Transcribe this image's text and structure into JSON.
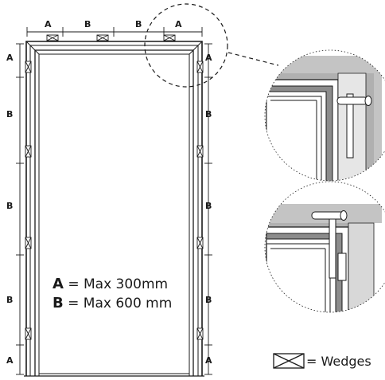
{
  "dimensions": {
    "top": [
      "A",
      "B",
      "B",
      "A"
    ],
    "left": [
      "A",
      "B",
      "B",
      "B",
      "A"
    ],
    "right": [
      "A",
      "B",
      "B",
      "B",
      "A"
    ]
  },
  "legend": {
    "a_letter": "A",
    "a_text": " = Max 300mm",
    "b_letter": "B",
    "b_text": " = Max 600 mm"
  },
  "wedge_legend": {
    "label": " = Wedges",
    "icon": "wedge-icon"
  },
  "colors": {
    "line": "#1a1a1a",
    "frame_gray": "#8c8c8c",
    "wall_gray": "#c4c4c4"
  }
}
